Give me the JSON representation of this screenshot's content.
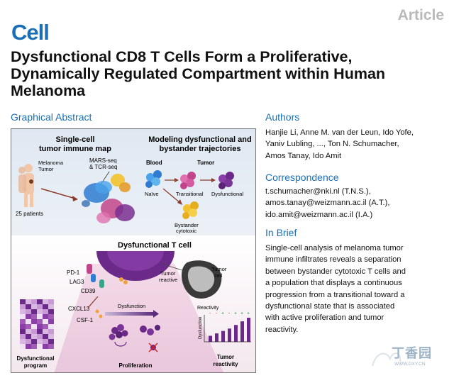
{
  "header": {
    "logo": "Cell",
    "article_type": "Article",
    "title_lines": [
      "Dysfunctional CD8 T Cells Form a Proliferative,",
      "Dynamically Regulated Compartment within Human",
      "Melanoma"
    ]
  },
  "graphical_abstract": {
    "heading": "Graphical Abstract",
    "panel_left_title": [
      "Single-cell",
      "tumor immune map"
    ],
    "melanoma_tumor": [
      "Melanoma",
      "Tumor"
    ],
    "patients": "25 patients",
    "seq_methods": [
      "MARS-seq",
      "& TCR-seq"
    ],
    "panel_right_title": [
      "Modeling dysfunctional and",
      "bystander trajectories"
    ],
    "blood": "Blood",
    "tumor": "Tumor",
    "naive": "Naïve",
    "transitional": "Transitional",
    "dysfunctional": "Dysfunctional",
    "bystander": [
      "Bystander",
      "cytotoxic"
    ],
    "dysf_t_cell": "Dysfunctional T cell",
    "markers": [
      "PD-1",
      "LAG3",
      "CD39"
    ],
    "tumor_reactive": [
      "Tumor",
      "reactive"
    ],
    "tumor_cell": [
      "Tumor",
      "cell"
    ],
    "cytokines": [
      "CXCL13",
      "CSF-1"
    ],
    "dysfunction_arrow": "Dysfunction",
    "reactivity": "Reactivity",
    "dysfunction_axis": "Dysfunction",
    "reactivity_signs": [
      "-",
      "-",
      "+",
      "-",
      "+",
      "+",
      "+"
    ],
    "bar_levels": [
      0.25,
      0.35,
      0.45,
      0.55,
      0.7,
      0.85,
      1.0
    ],
    "dysf_program": [
      "Dysfunctional",
      "program"
    ],
    "proliferation": "Proliferation",
    "tumor_reactivity": [
      "Tumor",
      "reactivity"
    ]
  },
  "authors": {
    "heading": "Authors",
    "lines": [
      "Hanjie Li, Anne M. van der Leun, Ido Yofe,",
      "Yaniv Lubling, ..., Ton N. Schumacher,",
      "Amos Tanay, Ido Amit"
    ]
  },
  "correspondence": {
    "heading": "Correspondence",
    "lines": [
      "t.schumacher@nki.nl (T.N.S.),",
      "amos.tanay@weizmann.ac.il (A.T.),",
      "ido.amit@weizmann.ac.il (I.A.)"
    ]
  },
  "in_brief": {
    "heading": "In Brief",
    "lines": [
      "Single-cell analysis of melanoma tumor",
      "immune infiltrates reveals a separation",
      "between bystander cytotoxic T cells and",
      "a population that displays a continuous",
      "progression from a transitional toward a",
      "dysfunctional state that is associated",
      "with active proliferation and tumor",
      "reactivity."
    ]
  },
  "watermark": {
    "text": "丁香园",
    "url": "WWW.DXY.CN"
  },
  "colors": {
    "brand_blue": "#1a6fb5",
    "purple": "#6b2a8a",
    "magenta": "#c2448a"
  }
}
